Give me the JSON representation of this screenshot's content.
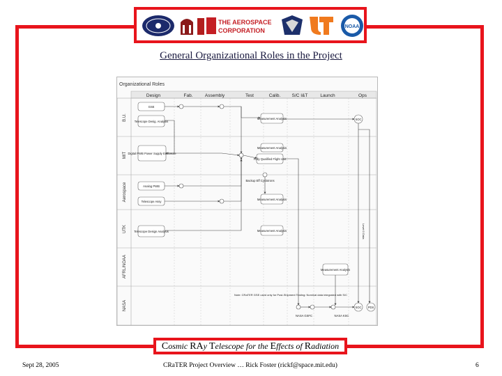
{
  "logos": {
    "orgs": [
      "mit-icon",
      "mit-dome-icon",
      "seal-icon",
      "aerospace-icon",
      "afrl-icon",
      "ut-icon",
      "noaa-icon"
    ],
    "aerospace_line1": "THE AEROSPACE",
    "aerospace_line2": "CORPORATION",
    "noaa": "NOAA"
  },
  "slide_title": "General Organizational Roles in the Project",
  "diagram": {
    "header": "Organizational Roles",
    "phases": [
      "Design",
      "Fab.",
      "Assembly",
      "Test",
      "Calib.",
      "S/C I&T",
      "Launch",
      "Ops"
    ],
    "lanes": [
      "B.U.",
      "MIT",
      "Aerospace",
      "UTK",
      "AFRL/NOAA",
      "NASA"
    ],
    "boxes": {
      "gse": "GSE",
      "tel_design_bu": "Telescope Desig. Analysis",
      "mit_fab": "Digital PWB Power Supply Enclosure",
      "meas1": "Measurement Analysis",
      "meas2": "Measurement Analysis",
      "flight_unit": "Fully Qualified Flight Unit",
      "backup": "Backup Eff Cyclotrons",
      "aero_fab": "Analog PWB",
      "tel_assy": "Telescope Assy",
      "meas3": "Measurement Analysis",
      "utk_design": "Telescope Design Analysis",
      "meas4": "Measurement Analysis",
      "afrl_analysis": "Measurement Analysis",
      "note": "Note: CRaTER GSE used only for Post-Shipment Testing: Nominal data integrated with S/C",
      "soc_bu": "SOC",
      "soc_nasa": "SOC",
      "pds": "PDS",
      "level0": "Level 0 Data",
      "nasa_gsfc": "NASA GSFC",
      "nasa_ksc": "NASA KSC"
    }
  },
  "caption": {
    "c1": "C",
    "r1": "osmic ",
    "c2": "RA",
    "r2": "y ",
    "c3": "T",
    "r3": "elescope for the ",
    "c4": "E",
    "r4": "ffects of ",
    "c5": "R",
    "r5": "adiation"
  },
  "footer": {
    "date": "Sept 28, 2005",
    "center": "CRaTER Project Overview … Rick Foster (rickf@space.mit.edu)",
    "page": "6"
  }
}
